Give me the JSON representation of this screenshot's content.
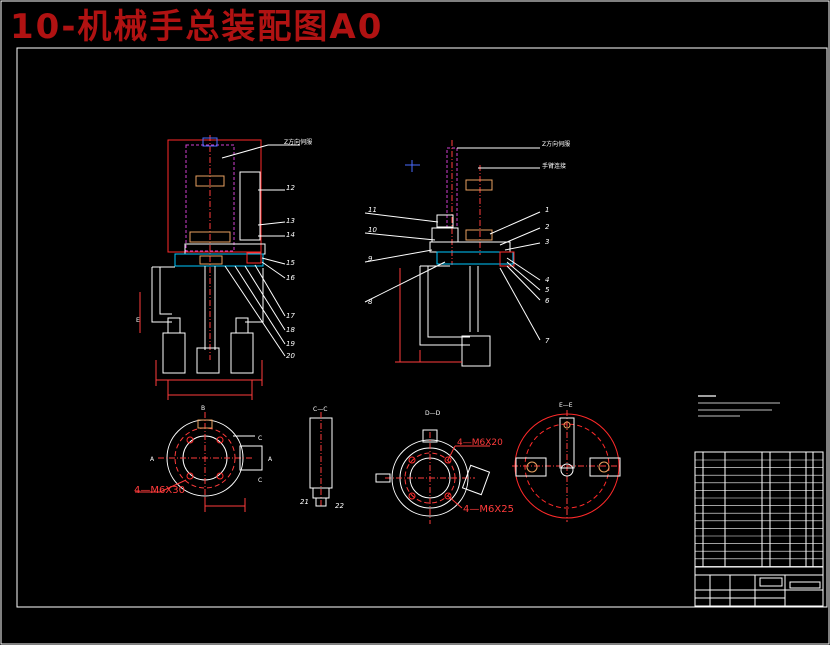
{
  "title": "10-机械手总装配图A0",
  "sectionLabels": {
    "cc": "C—C",
    "dd": "D—D",
    "ee": "E—E",
    "b": "B",
    "a_left": "A",
    "a_right": "A",
    "c_top": "C",
    "c_bottom": "C",
    "e_left": "E"
  },
  "holeCallouts": {
    "bottom_left": "4—M6X30",
    "dd_upper": "4—M6X20",
    "dd_lower": "4—M6X25"
  },
  "leaderNotes": {
    "front_top": "Z方向伺服",
    "side_top": "Z方向伺服",
    "side_mid": "手臂连接"
  },
  "frontPartNumbers": [
    "12",
    "13",
    "14",
    "15",
    "16",
    "17",
    "18",
    "19",
    "20"
  ],
  "sidePartNumbersLeft": [
    "11",
    "10",
    "9",
    "8"
  ],
  "sidePartNumbersRight": [
    "1",
    "2",
    "3",
    "4",
    "5",
    "6",
    "7"
  ],
  "ccPartNumbers": [
    "21",
    "22"
  ],
  "colors": {
    "line": "#ffffff",
    "red": "#ff2a2a",
    "title": "#b01212",
    "dim": "#ff3b3b",
    "orange": "#e8a060",
    "blue": "#4a6cff",
    "magenta": "#d040d0",
    "cyan": "#00c8ff"
  }
}
